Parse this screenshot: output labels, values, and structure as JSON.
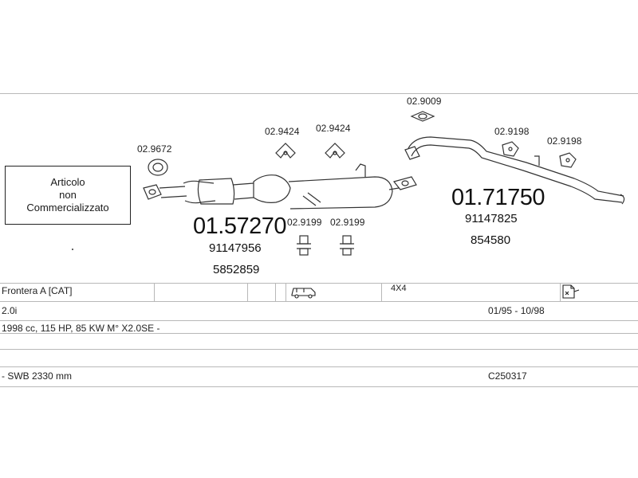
{
  "notice": {
    "line1": "Articolo",
    "line2": "non",
    "line3": "Commercializzato"
  },
  "parts": {
    "gasket_small": "02.9672",
    "bracket_left": "02.9424",
    "bracket_right": "02.9424",
    "flange_gasket": "02.9009",
    "rubber_left": "02.9199",
    "rubber_right": "02.9199",
    "hanger_left": "02.9198",
    "hanger_right": "02.9198"
  },
  "main_parts": {
    "front": {
      "number": "01.57270",
      "oem1": "91147956",
      "oem2": "5852859"
    },
    "rear": {
      "number": "01.71750",
      "oem1": "91147825",
      "oem2": "854580"
    }
  },
  "vehicle": {
    "model": "Frontera A  [CAT]",
    "drive": "4X4",
    "engine": "2.0i",
    "years": "01/95 - 10/98",
    "spec": "1998 cc, 115 HP, 85 KW M° X2.0SE -",
    "wheelbase": "- SWB 2330 mm",
    "code": "C250317"
  },
  "icons": {
    "vehicle": "suv-icon",
    "document": "document-icon"
  }
}
